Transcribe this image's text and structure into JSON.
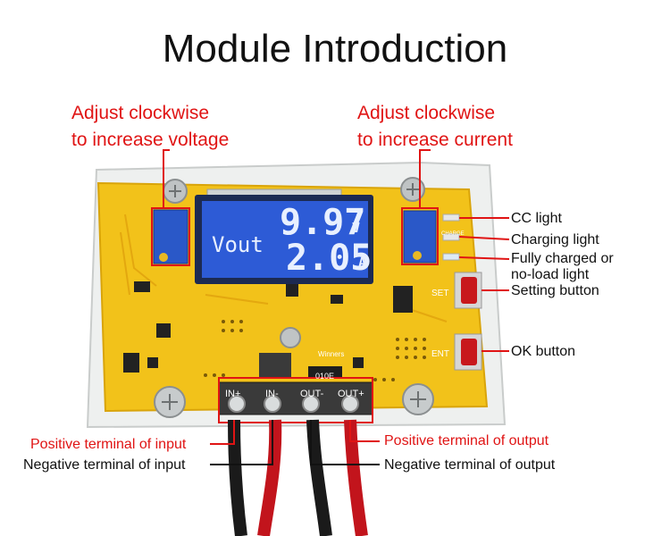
{
  "title": "Module Introduction",
  "annotations": {
    "voltage_pot": {
      "line1": "Adjust clockwise",
      "line2": "to increase voltage"
    },
    "current_pot": {
      "line1": "Adjust clockwise",
      "line2": "to increase current"
    }
  },
  "indicators": {
    "cc_light": "CC light",
    "charging_light": "Charging light",
    "full_line1": "Fully charged or",
    "full_line2": "no-load light",
    "set_button": "Setting button",
    "ok_button": "OK button"
  },
  "terminals": {
    "in_pos": "Positive terminal of input",
    "in_neg": "Negative terminal of input",
    "out_pos": "Positive terminal of output",
    "out_neg": "Negative terminal of output"
  },
  "lcd": {
    "mode": "Vout",
    "voltage": "9.97",
    "voltage_unit": "V",
    "current": "2.05",
    "current_unit": "A"
  },
  "pcb_silkscreen": {
    "in_plus": "IN+",
    "in_minus": "IN-",
    "out_minus": "OUT-",
    "out_plus": "OUT+",
    "set": "SET",
    "ent": "ENT",
    "charge": "CHARGE",
    "brand": "Winners",
    "resistor": "010E"
  },
  "colors": {
    "pcb": "#f2c21a",
    "lcd": "#2d5bd6",
    "annotation_red": "#e01414",
    "pot_blue": "#2a58c8"
  }
}
